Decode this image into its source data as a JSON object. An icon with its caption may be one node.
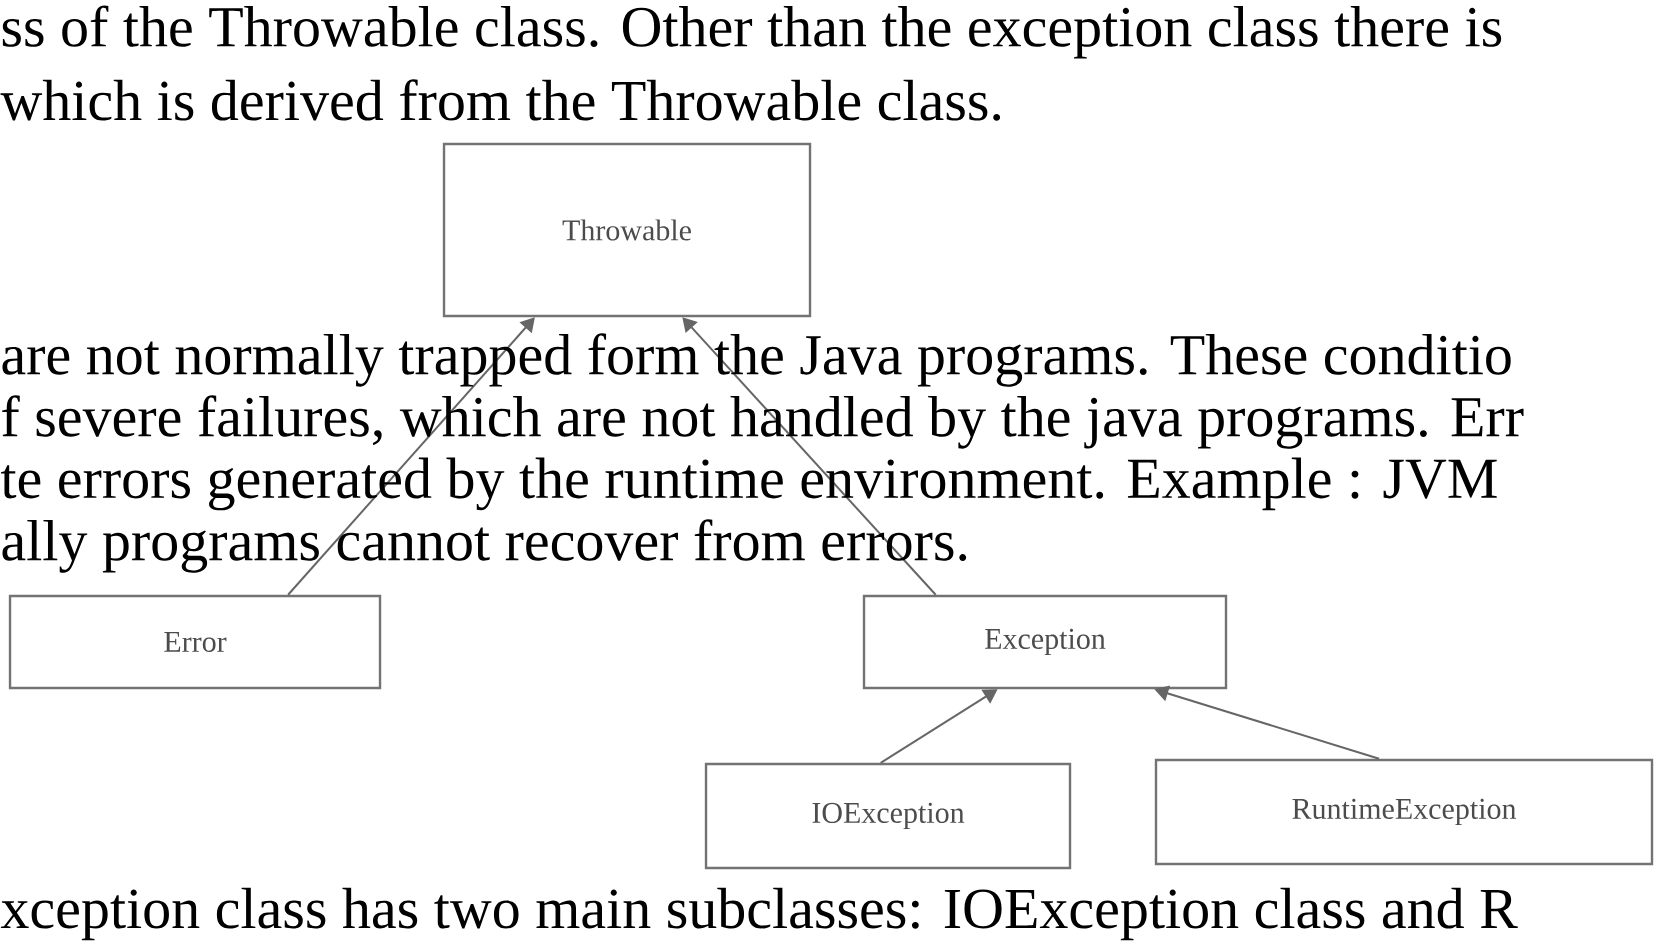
{
  "diagram": {
    "nodes": [
      {
        "text": [
          "Throwable"
        ]
      },
      {
        "text": [
          "Error"
        ]
      },
      {
        "text": [
          "Exception"
        ]
      },
      {
        "text": [
          "IOException"
        ]
      },
      {
        "text": [
          "RuntimeException"
        ]
      }
    ],
    "edges": [
      {
        "from": 1,
        "to": 0,
        "arrow": "to"
      },
      {
        "from": 2,
        "to": 0,
        "arrow": "to"
      },
      {
        "from": 3,
        "to": 2,
        "arrow": "to"
      },
      {
        "from": 4,
        "to": 2,
        "arrow": "to"
      }
    ],
    "labels": [
      "ss of the Throwable class. Other than the exception class there is",
      "which is derived from the Throwable class.",
      "are not normally trapped form the Java programs. These conditio",
      "f severe failures, which are not handled by the java programs. Err",
      "te errors generated by the runtime environment. Example : JVM",
      "ally programs cannot recover from errors.",
      "xception class has two main subclasses: IOException class and R"
    ]
  }
}
